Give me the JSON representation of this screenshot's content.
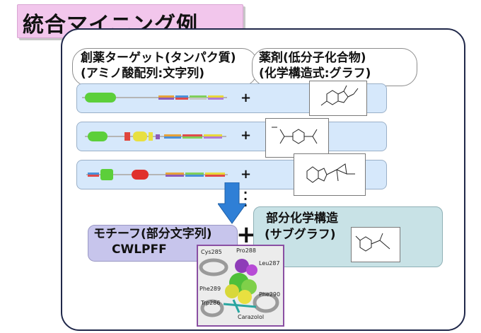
{
  "title": "統合マイニング例",
  "left_heading": {
    "line1": "創薬ターゲット(タンパク質)",
    "line2": "(アミノ酸配列:文字列)"
  },
  "right_heading": {
    "line1": "薬剤(低分子化合物)",
    "line2": "(化学構造式:グラフ)"
  },
  "plus_sign": "+",
  "motif": {
    "line1": "モチーフ(部分文字列)",
    "line2": "CWLPFF"
  },
  "substructure": {
    "line1": "部分化学構造",
    "line2": "(サブグラフ)"
  },
  "big_plus": "+",
  "protein_labels": {
    "cys": "Cys285",
    "pro": "Pro288",
    "leu": "Leu287",
    "phe289": "Phe289",
    "phe290": "Phe290",
    "trp": "Trp286",
    "carazolol": "Carazolol"
  },
  "colors": {
    "title_bg": "#f2c6ec",
    "row_bg": "#d6e8fb",
    "motif_bg": "#c7c5ec",
    "sub_bg": "#c8e2e6",
    "arrow": "#2f7fd6"
  }
}
